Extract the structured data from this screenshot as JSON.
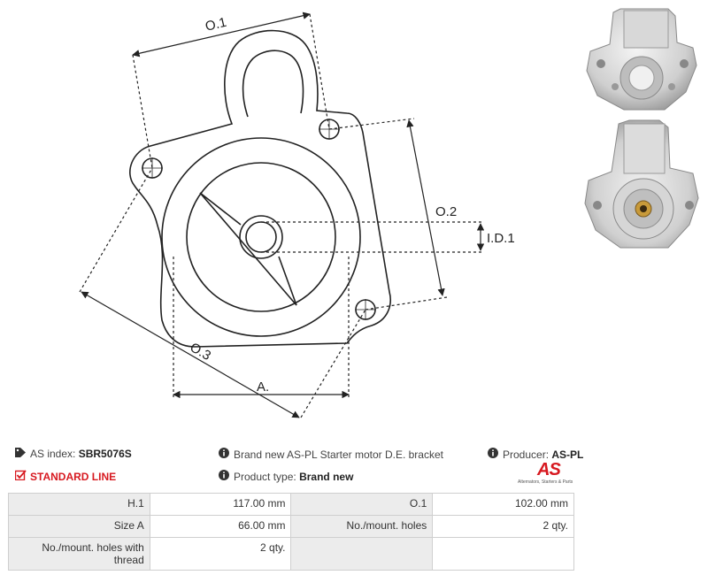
{
  "drawing": {
    "labels": {
      "o1": "O.1",
      "o2": "O.2",
      "o3": "O.3",
      "a": "A.",
      "id1": "I.D.1"
    }
  },
  "product_info": {
    "as_index_label": "AS index:",
    "as_index_value": "SBR5076S",
    "description": "Brand new AS-PL Starter motor D.E. bracket",
    "producer_label": "Producer:",
    "producer_value": "AS-PL",
    "line": "STANDARD LINE",
    "product_type_label": "Product type:",
    "product_type_value": "Brand new"
  },
  "logo": {
    "mark": "AS",
    "tagline": "Alternators, Starters & Parts"
  },
  "specs": [
    [
      {
        "label": "H.1",
        "value": "117.00 mm"
      },
      {
        "label": "O.1",
        "value": "102.00 mm"
      }
    ],
    [
      {
        "label": "Size A",
        "value": "66.00 mm"
      },
      {
        "label": "No./mount. holes",
        "value": "2 qty."
      }
    ],
    [
      {
        "label": "No./mount. holes with thread",
        "value": "2 qty."
      },
      {
        "label": "",
        "value": ""
      }
    ]
  ],
  "colors": {
    "accent": "#d71920",
    "table_label_bg": "#ececec",
    "border": "#cfcfcf"
  }
}
